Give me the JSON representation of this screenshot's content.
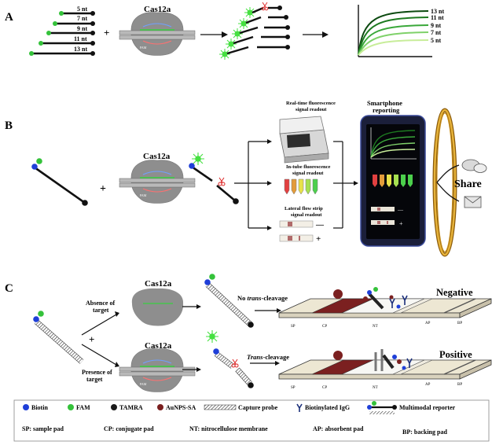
{
  "panels": {
    "a": "A",
    "b": "B",
    "c": "C"
  },
  "enzyme": "Cas12a",
  "colors": {
    "biotin": "#1f3fd8",
    "fam": "#34c23a",
    "tamra": "#1a1a1a",
    "aunps": "#7a1f1f",
    "cas_body": "#8e8e8e",
    "phone": "#1b1f3a",
    "ring": "#c9901c"
  },
  "panel_a": {
    "probe_lengths": [
      "5 nt",
      "9 nt",
      "11 nt",
      "13 nt"
    ],
    "probe_lengths_top": "5 nt",
    "probe_lengths_7": "7 nt",
    "curve_labels": [
      "13 nt",
      "11 nt",
      "9 nt",
      "7 nt",
      "5 nt"
    ]
  },
  "panel_b": {
    "readout_realtime": "Real-time fluorescence signal readout",
    "readout_realtime_l1": "Real-time fluorescence",
    "readout_realtime_l2": "signal readout",
    "readout_tube_l1": "In-tube fluorescence",
    "readout_tube_l2": "signal readout",
    "readout_lfs_l1": "Lateral flow strip",
    "readout_lfs_l2": "signal readout",
    "smartphone_l1": "Smartphone",
    "smartphone_l2": "reporting",
    "share": "Share",
    "minus": "—",
    "plus": "+"
  },
  "panel_c": {
    "absence_l1": "Absence of",
    "absence_l2": "target",
    "presence_l1": "Presence of",
    "presence_l2": "target",
    "no_trans_pre": "No ",
    "no_trans_em": "trans",
    "no_trans_post": "-cleavage",
    "trans_em": "Trans",
    "trans_post": "-cleavage",
    "negative": "Negative",
    "positive": "Positive",
    "plus": "+",
    "strip_labels": [
      "SP",
      "CP",
      "NT",
      "AP",
      "BP"
    ]
  },
  "legend": {
    "biotin": "Biotin",
    "fam": "FAM",
    "tamra": "TAMRA",
    "aunps": "AuNPS-SA",
    "capture": "Capture probe",
    "igg": "Biotinylated IgG",
    "reporter": "Multimodal reporter",
    "sp": "SP: sample pad",
    "cp": "CP: conjugate pad",
    "nt": "NT: nitrocellulose membrane",
    "ap": "AP: absorbent pad",
    "bp": "BP: backing pad"
  }
}
